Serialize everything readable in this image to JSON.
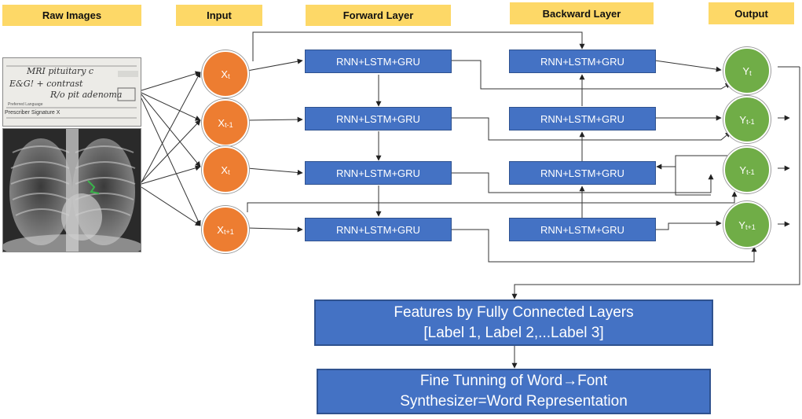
{
  "headers": {
    "raw_images": "Raw Images",
    "input": "Input",
    "forward_layer": "Forward Layer",
    "backward_layer": "Backward Layer",
    "output": "Output"
  },
  "inputs": [
    {
      "base": "X",
      "sub": "t"
    },
    {
      "base": "X",
      "sub": "t-1"
    },
    {
      "base": "X",
      "sub": "t"
    },
    {
      "base": "X",
      "sub": "t+1"
    }
  ],
  "forward_blocks": [
    "RNN+LSTM+GRU",
    "RNN+LSTM+GRU",
    "RNN+LSTM+GRU",
    "RNN+LSTM+GRU"
  ],
  "backward_blocks": [
    "RNN+LSTM+GRU",
    "RNN+LSTM+GRU",
    "RNN+LSTM+GRU",
    "RNN+LSTM+GRU"
  ],
  "outputs": [
    {
      "base": "Y",
      "sub": "t"
    },
    {
      "base": "Y",
      "sub": "t-1"
    },
    {
      "base": "Y",
      "sub": "t-1"
    },
    {
      "base": "Y",
      "sub": "t+1"
    }
  ],
  "features_box": {
    "line1": "Features by Fully Connected Layers",
    "line2": "[Label 1, Label 2,...Label 3]"
  },
  "synth_box": {
    "line1": "Fine Tunning of Word→Font",
    "line2": "Synthesizer=Word Representation"
  },
  "raw_images": {
    "prescription": {
      "handwriting_1": "MRI pituitary c",
      "handwriting_2": "E&G! + contrast",
      "handwriting_3": "R/o pit adenoma",
      "form_line": "Preferred Language",
      "signature_label": "Prescriber Signature X"
    }
  },
  "colors": {
    "header_fill": "#fdd867",
    "input_fill": "#ed7d31",
    "output_fill": "#70ad47",
    "block_fill": "#4472c4"
  }
}
